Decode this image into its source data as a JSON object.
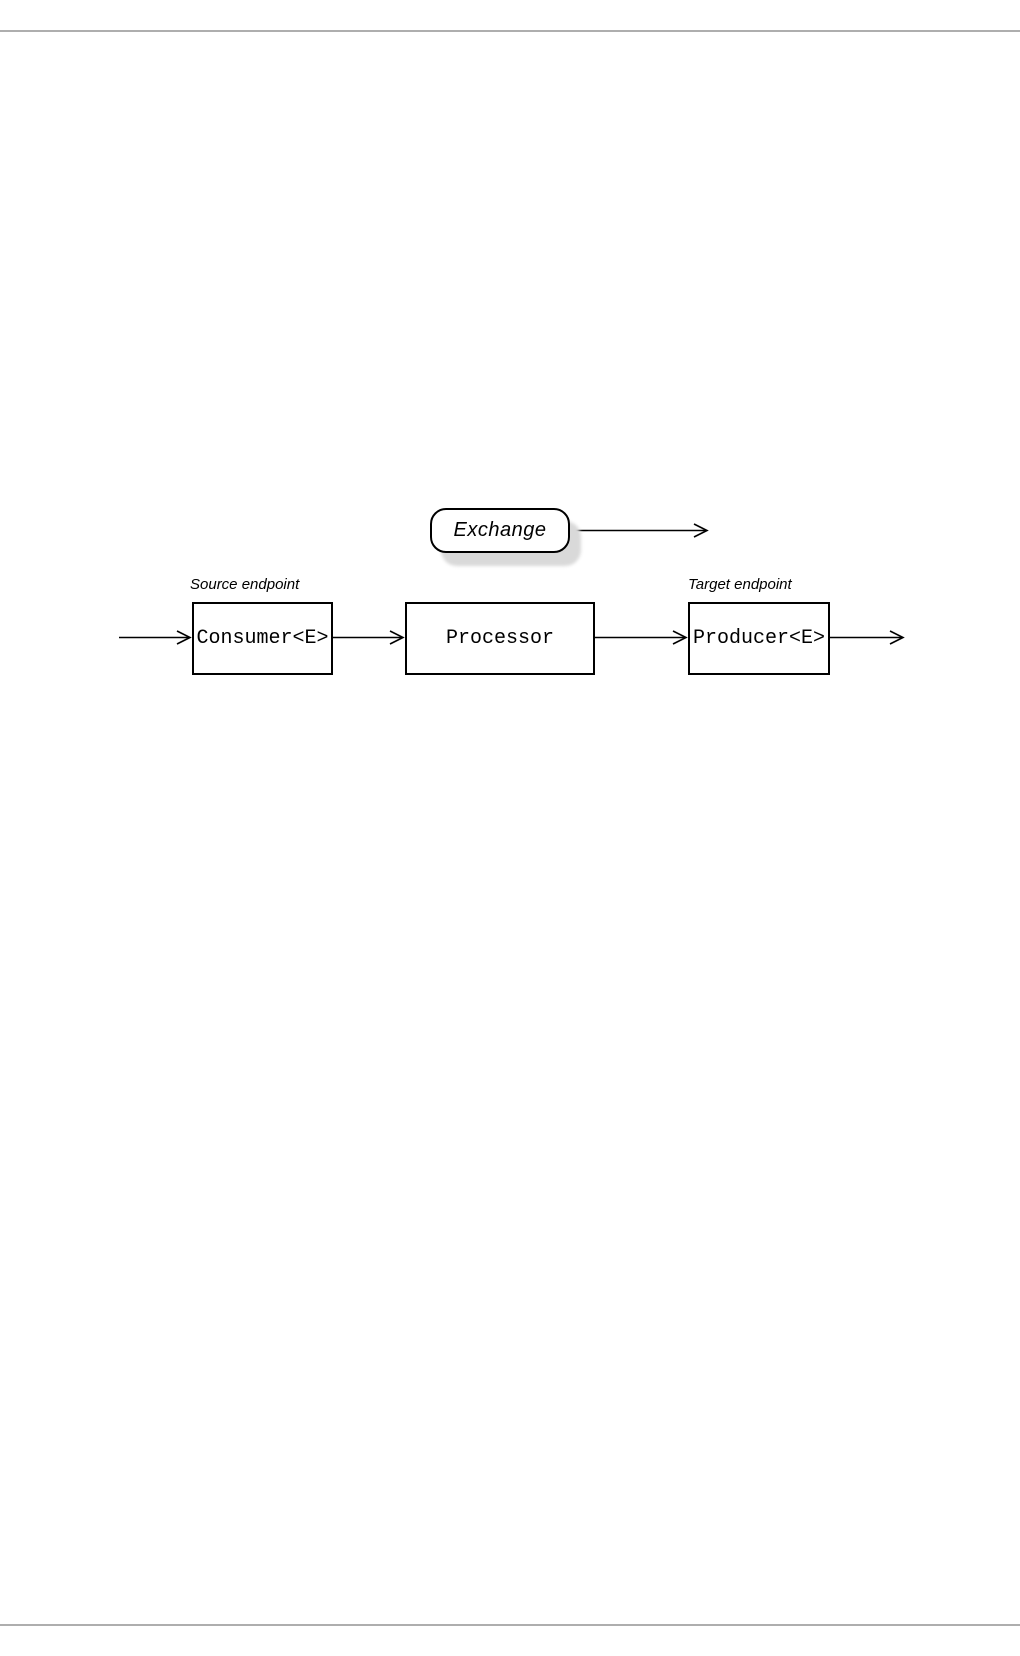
{
  "page": {
    "background": "#ffffff",
    "rule_color": "#aeaeae"
  },
  "diagram": {
    "exchange": {
      "label": "Exchange"
    },
    "source_endpoint_label": "Source endpoint",
    "target_endpoint_label": "Target endpoint",
    "nodes": {
      "consumer": "Consumer<E>",
      "processor": "Processor",
      "producer": "Producer<E>"
    },
    "colors": {
      "line": "#000000",
      "node_fill": "#ffffff",
      "shadow": "#d9d9d9"
    }
  }
}
